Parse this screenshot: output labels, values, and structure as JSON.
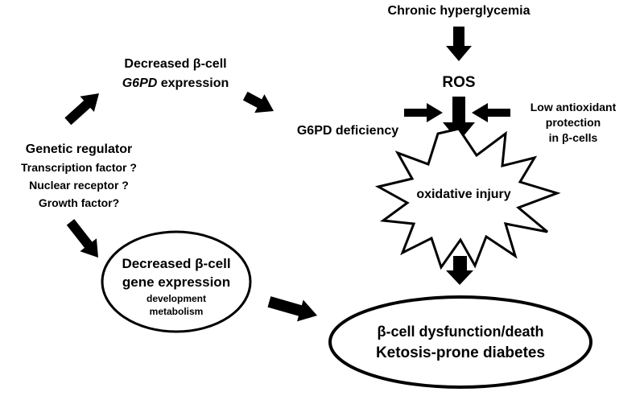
{
  "nodes": {
    "chronic_hyperglycemia": "Chronic hyperglycemia",
    "ros": "ROS",
    "low_antioxidant": {
      "line1": "Low antioxidant",
      "line2": "protection",
      "line3": "in β-cells"
    },
    "decreased_g6pd": {
      "line1": "Decreased β-cell",
      "line2_italic": "G6PD",
      "line2_rest": " expression"
    },
    "g6pd_deficiency": "G6PD deficiency",
    "oxidative_injury": "oxidative injury",
    "genetic_regulator": {
      "title": "Genetic regulator",
      "items": [
        "Transcription factor ?",
        "Nuclear receptor ?",
        "Growth factor?"
      ]
    },
    "decreased_gene_expression": {
      "line1": "Decreased β-cell",
      "line2": "gene expression",
      "line3": "development",
      "line4": "metabolism"
    },
    "outcome": {
      "line1": "β-cell dysfunction/death",
      "line2": "Ketosis-prone diabetes"
    }
  },
  "colors": {
    "ink": "#000000",
    "background": "#ffffff"
  }
}
